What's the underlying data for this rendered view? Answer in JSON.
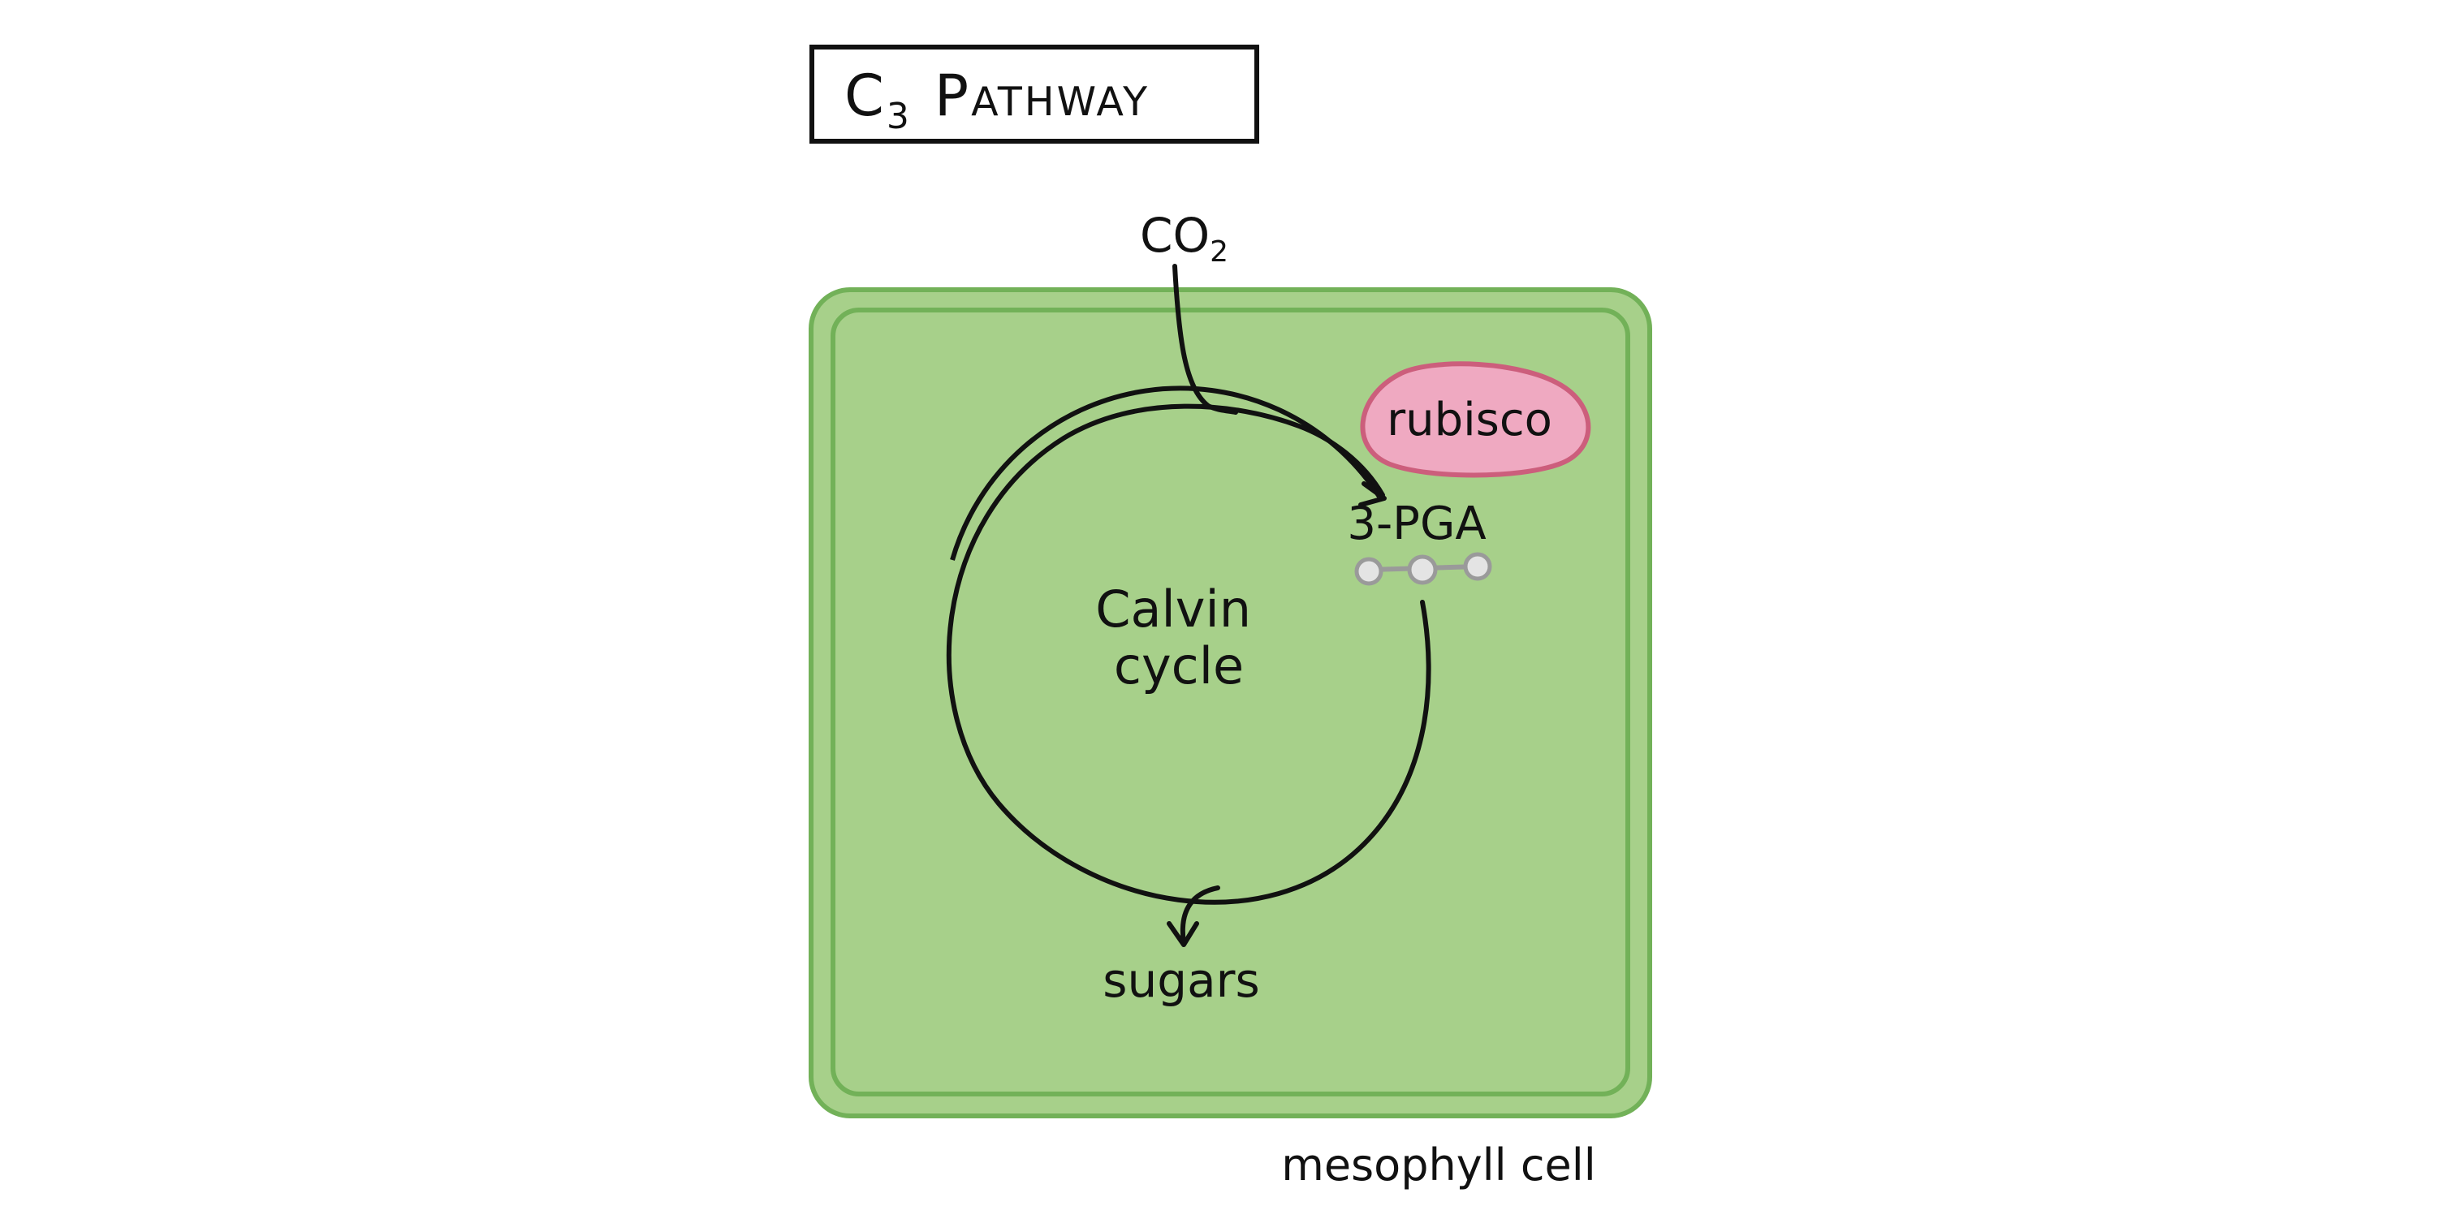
{
  "title": {
    "c": "C",
    "subscript": "3",
    "rest": "Pathway"
  },
  "co2": {
    "main": "CO",
    "subscript": "2"
  },
  "calvin_cycle": {
    "line1": "Calvin",
    "line2": "cycle"
  },
  "rubisco": "rubisco",
  "pga": "3-PGA",
  "sugars": "sugars",
  "cell_label": "mesophyll cell",
  "colors": {
    "cell_outer_fill": "#a7d08a",
    "cell_border": "#72b158",
    "rubisco_fill": "#efa9c1",
    "rubisco_border": "#cc5e7c",
    "carbon_atoms": "#d0d0d0",
    "carbon_border": "#9a9a9a",
    "ink": "#111111"
  },
  "icons": {
    "pga_molecule": "three-carbon-chain-icon"
  }
}
